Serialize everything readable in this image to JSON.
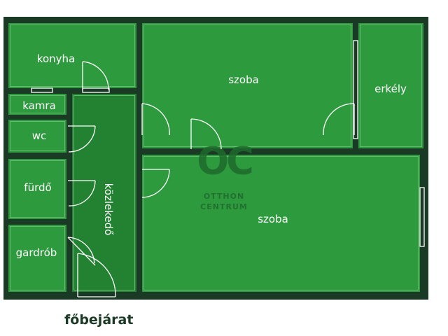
{
  "rooms": {
    "konyha": "konyha",
    "kamra": "kamra",
    "wc": "wc",
    "furdo": "fürdő",
    "gardrob": "gardrób",
    "kozlekedo": "közlekedő",
    "szoba_top": "szoba",
    "erkely": "erkély",
    "szoba_bottom": "szoba"
  },
  "entrance_label": "főbejárat",
  "watermark": {
    "mark": "OC",
    "line1": "OTTHON",
    "line2": "CENTRUM"
  },
  "colors": {
    "wall": "#1b3a26",
    "room": "#2e9a3e",
    "hallway": "#238232",
    "door_line": "#ffffff"
  }
}
